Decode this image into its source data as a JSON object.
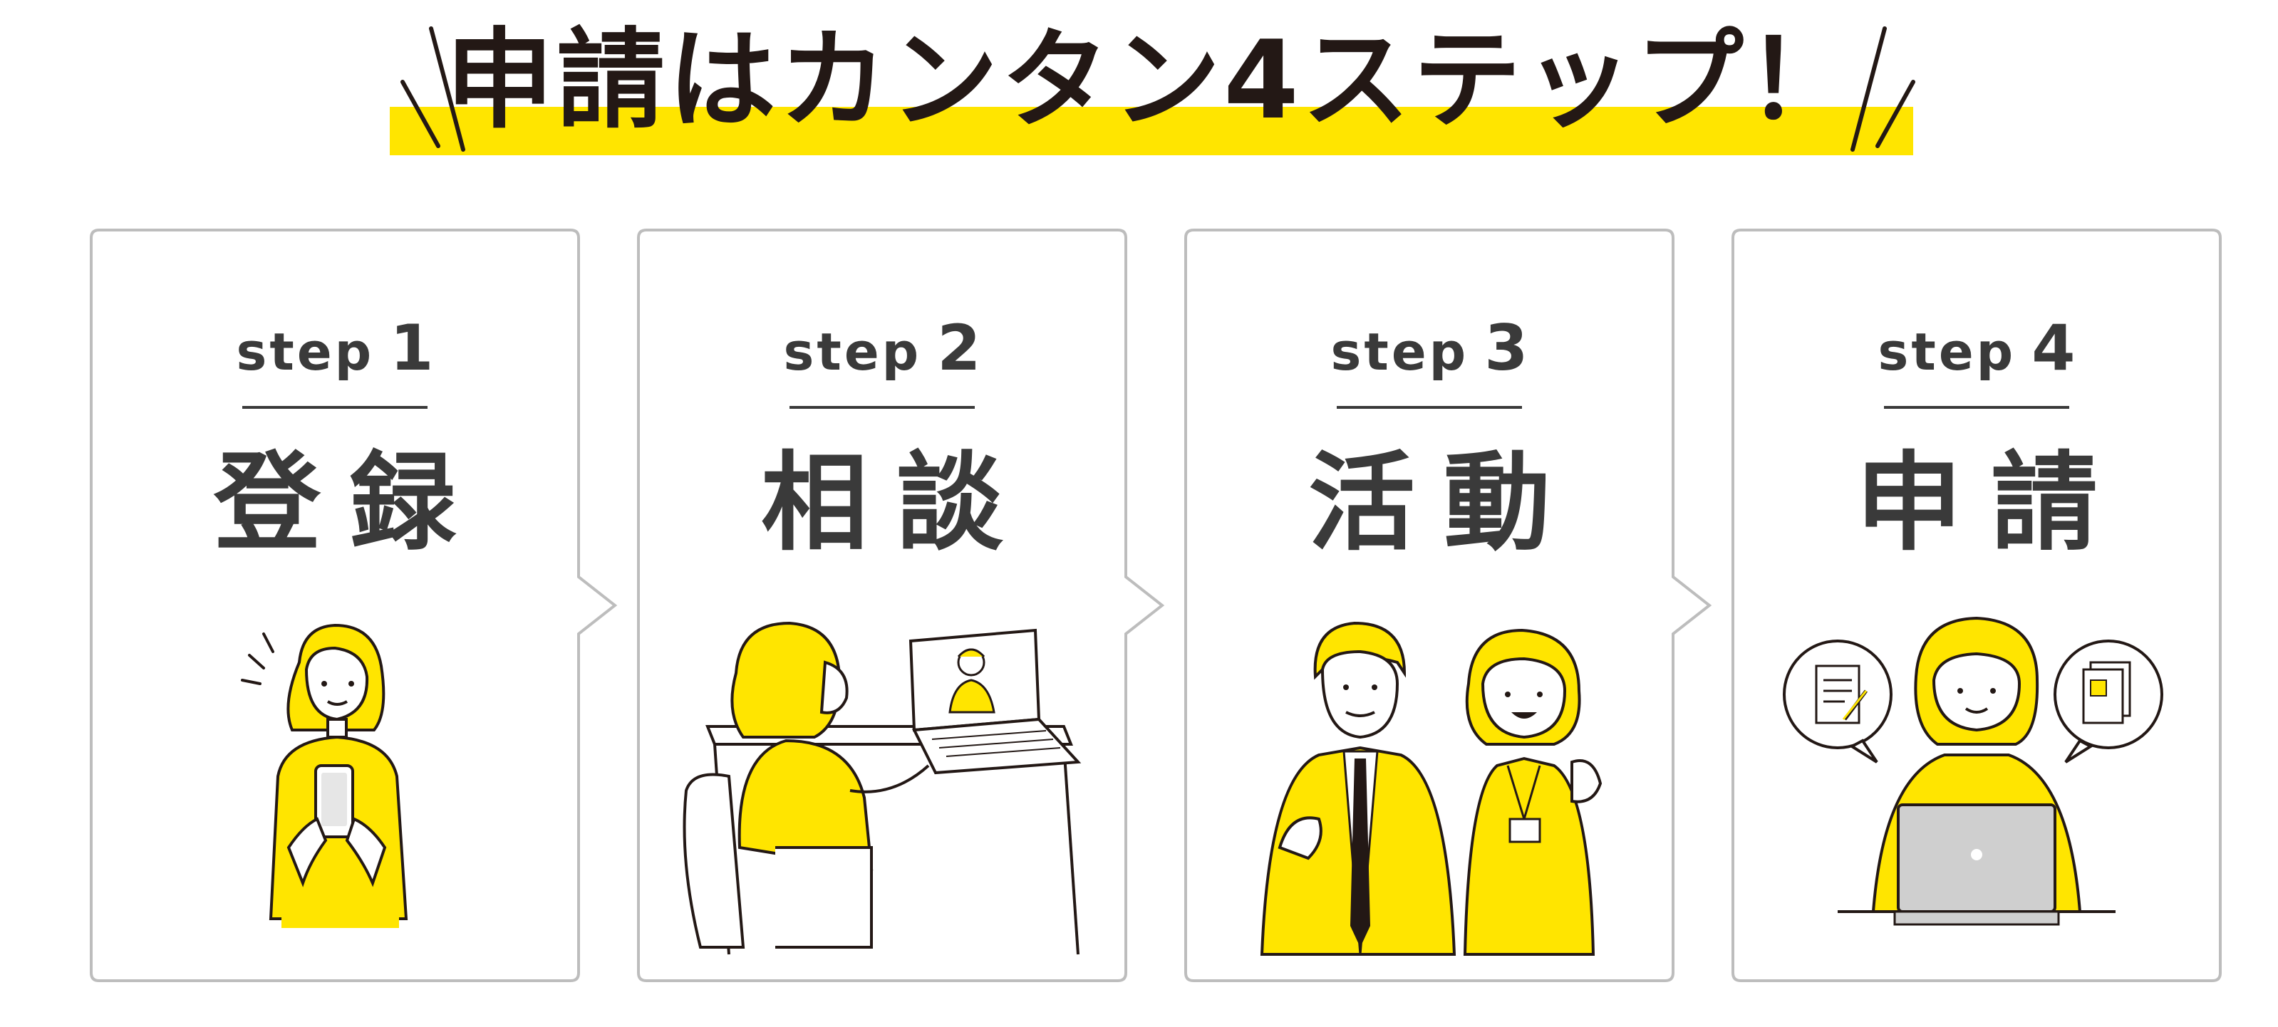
{
  "headline": {
    "text": "申請はカンタン4ステップ！"
  },
  "colors": {
    "accent_yellow": "#FFE500",
    "text_dark": "#3A3A3A",
    "card_border": "#BDBDBD",
    "headline_text": "#231815"
  },
  "steps": [
    {
      "word": "step",
      "number": "1",
      "title": "登録",
      "illustration": "woman-with-smartphone-illustration"
    },
    {
      "word": "step",
      "number": "2",
      "title": "相談",
      "illustration": "woman-video-call-laptop-illustration"
    },
    {
      "word": "step",
      "number": "3",
      "title": "活動",
      "illustration": "man-and-woman-cheering-illustration"
    },
    {
      "word": "step",
      "number": "4",
      "title": "申請",
      "illustration": "woman-laptop-documents-illustration"
    }
  ]
}
